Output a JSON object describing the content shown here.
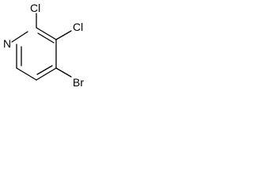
{
  "molecule": {
    "atoms": {
      "ring_nitrogen": "N",
      "chlorine_2": "Cl",
      "chlorine_3": "Cl",
      "bromine_4": "Br"
    }
  },
  "colors": {
    "bond": "#000000",
    "label": "#000000",
    "background": "#ffffff"
  }
}
